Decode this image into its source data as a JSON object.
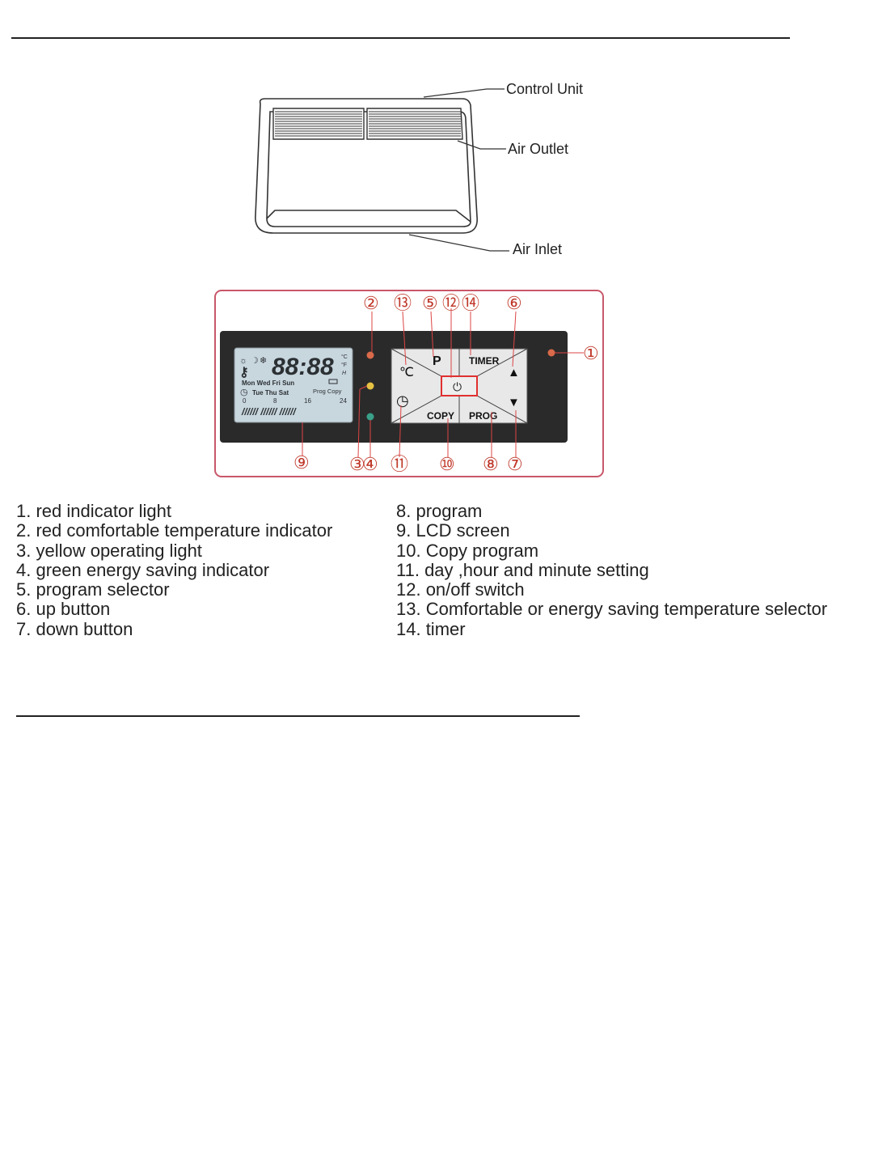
{
  "heater_labels": {
    "control_unit": "Control Unit",
    "air_outlet": "Air Outlet",
    "air_inlet": "Air Inlet"
  },
  "panel": {
    "display": {
      "digits": "88:88",
      "units": [
        "°C",
        "°F",
        "H"
      ],
      "days_top": "Mon  Wed  Fri  Sun",
      "days_bottom": "Tue  Thu  Sat",
      "prog_copy": "Prog Copy",
      "hours": [
        "0",
        "8",
        "16",
        "24"
      ],
      "bars": "//////  //////  //////"
    },
    "buttons": {
      "p": "P",
      "timer": "TIMER",
      "celsius": "℃",
      "copy": "COPY",
      "prog": "PROG",
      "up": "▲",
      "down": "▼"
    },
    "callouts": [
      "①",
      "②",
      "③",
      "④",
      "⑤",
      "⑥",
      "⑦",
      "⑧",
      "⑨",
      "⑩",
      "⑪",
      "⑫",
      "⑬",
      "⑭"
    ],
    "colors": {
      "frame": "#c8576a",
      "panel": "#2a2a2a",
      "lcd": "#c8d6de",
      "red_led": "#d96a4a",
      "yellow_led": "#e6c243",
      "green_led": "#3aa08a"
    }
  },
  "legend": {
    "left": [
      "1. red indicator light",
      "2. red comfortable temperature indicator",
      "3. yellow operating light",
      "4. green energy saving indicator",
      "5. program selector",
      "6. up button",
      "7. down button"
    ],
    "right": [
      "8. program",
      "9. LCD screen",
      "10. Copy program",
      "11. day ,hour and minute setting",
      "12. on/off switch",
      "13. Comfortable or energy saving temperature selector",
      "14. timer"
    ]
  }
}
